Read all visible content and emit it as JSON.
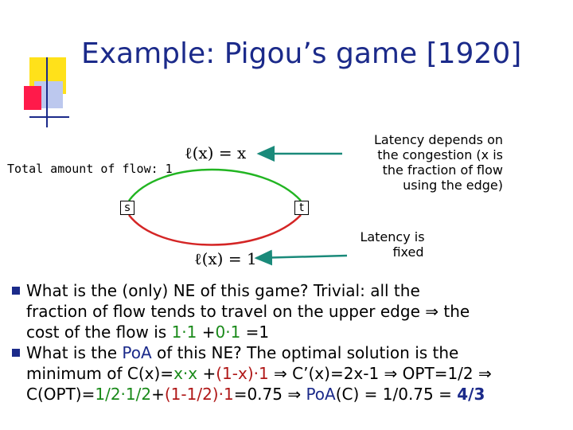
{
  "title": "Example: Pigou’s game [1920]",
  "flow_label": "Total amount of flow: 1",
  "nodes": {
    "s": "s",
    "t": "t"
  },
  "formulas": {
    "upper": "ℓ(x) = x",
    "lower": "ℓ(x) = 1"
  },
  "notes": {
    "upper": [
      "Latency depends on",
      "the congestion (x is",
      "the fraction of flow",
      "using the edge)"
    ],
    "lower": [
      "Latency is",
      "fixed"
    ]
  },
  "edge_colors": {
    "upper": "#22b522",
    "lower": "#d42525",
    "arrows": "#1a8a7a"
  },
  "accent": "#1b2a8a",
  "bullets": {
    "b1": {
      "l1": "What is the (only) NE of this game? Trivial: all the",
      "l2": "fraction of flow tends to travel on the upper edge ⇒ the",
      "l3a": "cost of the flow is ",
      "l3b": "1·1",
      "l3c": " +",
      "l3d": "0·1",
      "l3e": " =1"
    },
    "b2": {
      "l1a": "What is the ",
      "l1b": "PoA",
      "l1c": " of this NE? The optimal solution is the",
      "l2a": "minimum of C(x)=",
      "l2b": "x·x",
      "l2c": " +",
      "l2d": "(1-x)·1",
      "l2e": " ⇒ C’(x)=2x-1 ⇒ OPT=1/2 ⇒",
      "l3a": "C(OPT)=",
      "l3b": "1/2·1/2",
      "l3c": "+",
      "l3d": "(1-1/2)·1",
      "l3e": "=0.75 ⇒ ",
      "l3f": "PoA",
      "l3g": "(C) = 1/0.75 = ",
      "l3h": "4/3"
    }
  }
}
